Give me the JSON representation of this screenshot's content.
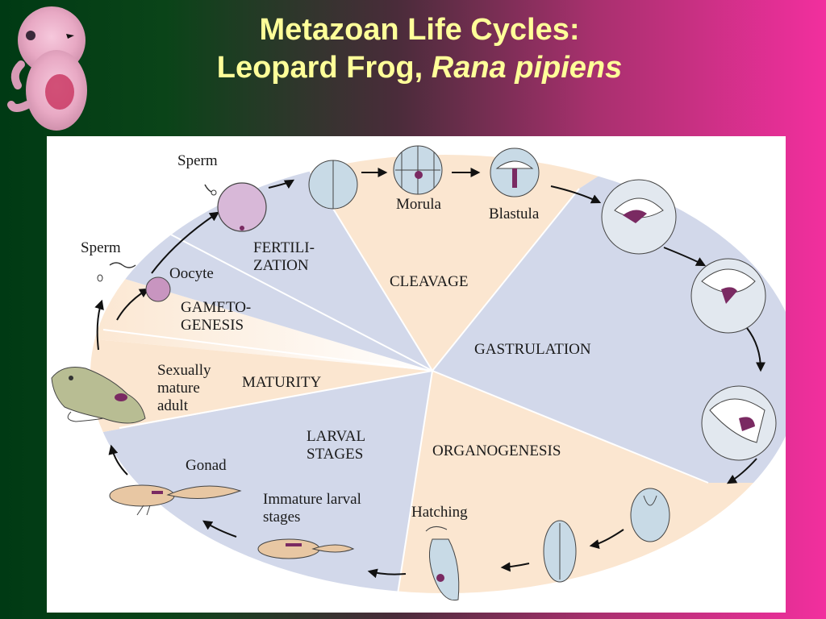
{
  "slide": {
    "title_line1": "Metazoan Life Cycles:",
    "title_line2_prefix": "Leopard Frog, ",
    "title_line2_italic": "Rana pipiens"
  },
  "colors": {
    "title": "#ffff99",
    "stage_blue": "#d2d8ea",
    "stage_peach": "#fbe6d0",
    "accent_purple": "#7a2a62",
    "egg_blue": "#c8dae6",
    "frog_green": "#b8bd93",
    "tadpole_tan": "#e8c7a3"
  },
  "diagram": {
    "stages": {
      "fertilization": "FERTILI-\nZATION",
      "cleavage": "CLEAVAGE",
      "gastrulation": "GASTRULATION",
      "organogenesis": "ORGANOGENESIS",
      "larval": "LARVAL\nSTAGES",
      "maturity": "MATURITY",
      "gametogenesis": "GAMETO-\nGENESIS"
    },
    "labels": {
      "sperm_top": "Sperm",
      "sperm_left": "Sperm",
      "oocyte": "Oocyte",
      "morula": "Morula",
      "blastula": "Blastula",
      "sexually_mature_adult": "Sexually\nmature\nadult",
      "gonad": "Gonad",
      "immature_larval": "Immature larval\nstages",
      "hatching": "Hatching"
    }
  }
}
